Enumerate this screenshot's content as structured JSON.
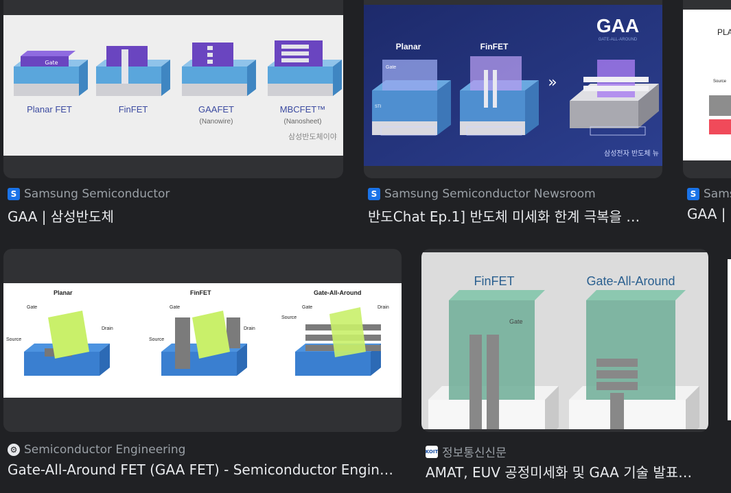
{
  "results": [
    {
      "source": "Samsung Semiconductor",
      "title": "GAA | 삼성반도체",
      "image_labels": [
        "Gate",
        "Planar FET",
        "FinFET",
        "GAAFET",
        "(Nanowire)",
        "MBCFET™",
        "(Nanosheet)",
        "삼성반도체이야"
      ]
    },
    {
      "source": "Samsung Semiconductor Newsroom",
      "title": "반도Chat Ep.1] 반도체 미세화 한계 극복을 …",
      "image_labels": [
        "GAA",
        "GATE-ALL-AROUND",
        "Planar",
        "FinFET",
        "Gate",
        "STI",
        "»",
        "삼성전자 반도체 뉴"
      ]
    },
    {
      "source": "Samsung",
      "title": "GAA | ",
      "image_labels": [
        "PLA",
        "Source"
      ]
    },
    {
      "source": "Semiconductor Engineering",
      "title": "Gate-All-Around FET (GAA FET) - Semiconductor Engin…",
      "image_labels": [
        "Planar",
        "FinFET",
        "Gate-All-Around",
        "Gate",
        "Drain",
        "Source"
      ]
    },
    {
      "source": "정보통신신문",
      "title": "AMAT, EUV 공정미세화 및 GAA 기술 발표…",
      "image_labels": [
        "FinFET",
        "Gate-All-Around",
        "Gate"
      ]
    }
  ],
  "icons": {
    "samsung": "S",
    "semiconductor_engineering": "⚙",
    "koit": "KOIT"
  },
  "colors": {
    "background": "#202124",
    "card": "#303134",
    "source_text": "#9aa0a6",
    "title_text": "#e8eaed"
  }
}
